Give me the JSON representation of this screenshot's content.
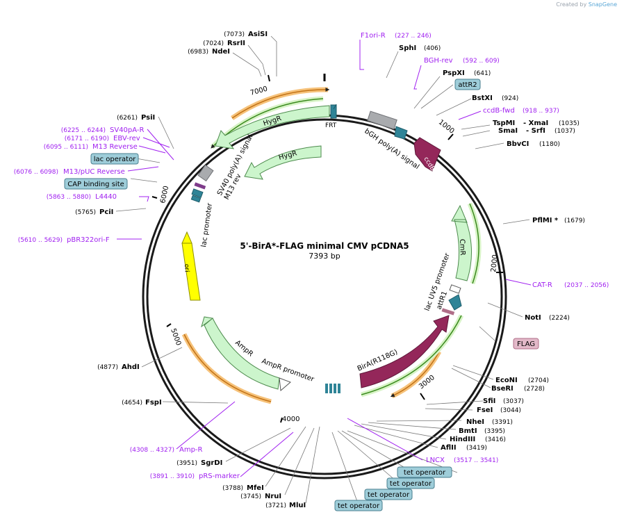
{
  "watermark": {
    "prefix": "Created by",
    "brand": "SnapGene"
  },
  "title": "5'-BirA*-FLAG minimal CMV pCDNA5",
  "length_label": "7393 bp",
  "colors": {
    "enzyme_text": "#000000",
    "primer": "#a020f0",
    "feature_box": "#9ecdd9",
    "feature_box_border": "#4a7f8f",
    "flag_box": "#e2b8c8",
    "flag_border": "#b06e88",
    "green_feature": "#ccf5cc",
    "marker_green": "#33aa33",
    "ccdb": "#94275a",
    "ori": "#ffff00",
    "grey": "#a9abae",
    "teal": "#2f8497",
    "orange": "#f4a540"
  },
  "ticks": [
    "1000",
    "2000",
    "3000",
    "4000",
    "5000",
    "6000",
    "7000"
  ],
  "enzymes": {
    "asisi": {
      "name": "AsiSI",
      "pos": "(7073)"
    },
    "rsrii": {
      "name": "RsrII",
      "pos": "(7024)"
    },
    "ndei": {
      "name": "NdeI",
      "pos": "(6983)"
    },
    "sphi": {
      "name": "SphI",
      "pos": "(406)"
    },
    "pspxi": {
      "name": "PspXI",
      "pos": "(641)"
    },
    "bstxi": {
      "name": "BstXI",
      "pos": "(924)"
    },
    "tspmi": {
      "name": "TspMI",
      "pos": "(1035)"
    },
    "xmai": {
      "name": "- XmaI",
      "pos": ""
    },
    "smai": {
      "name": "SmaI",
      "pos": "(1037)"
    },
    "srfi": {
      "name": "- SrfI",
      "pos": ""
    },
    "bbvci": {
      "name": "BbvCI",
      "pos": "(1180)"
    },
    "pflmi": {
      "name": "PflMI *",
      "pos": "(1679)"
    },
    "noti": {
      "name": "NotI",
      "pos": "(2224)"
    },
    "econi": {
      "name": "EcoNI",
      "pos": "(2704)"
    },
    "bseri": {
      "name": "BseRI",
      "pos": "(2728)"
    },
    "sfii": {
      "name": "SfiI",
      "pos": "(3037)"
    },
    "fsei": {
      "name": "FseI",
      "pos": "(3044)"
    },
    "nhei": {
      "name": "NheI",
      "pos": "(3391)"
    },
    "bmti": {
      "name": "BmtI",
      "pos": "(3395)"
    },
    "hindiii": {
      "name": "HindIII",
      "pos": "(3416)"
    },
    "aflii": {
      "name": "AflII",
      "pos": "(3419)"
    },
    "mlui": {
      "name": "MluI",
      "pos": "(3721)"
    },
    "nrui": {
      "name": "NruI",
      "pos": "(3745)"
    },
    "mfei": {
      "name": "MfeI",
      "pos": "(3788)"
    },
    "sgrdi": {
      "name": "SgrDI",
      "pos": "(3951)"
    },
    "fspi": {
      "name": "FspI",
      "pos": "(4654)"
    },
    "ahdi": {
      "name": "AhdI",
      "pos": "(4877)"
    },
    "pcii": {
      "name": "PciI",
      "pos": "(5765)"
    },
    "psii": {
      "name": "PsiI",
      "pos": "(6261)"
    }
  },
  "primers": {
    "f1ori": {
      "name": "F1ori-R",
      "pos": "(227 .. 246)"
    },
    "bgh": {
      "name": "BGH-rev",
      "pos": "(592 .. 609)"
    },
    "ccdb": {
      "name": "ccdB-fwd",
      "pos": "(918 .. 937)"
    },
    "cat": {
      "name": "CAT-R",
      "pos": "(2037 .. 2056)"
    },
    "lncx": {
      "name": "LNCX",
      "pos": "(3517 .. 3541)"
    },
    "prs": {
      "name": "pRS-marker",
      "pos": "(3891 .. 3910)"
    },
    "ampr": {
      "name": "Amp-R",
      "pos": "(4308 .. 4327)"
    },
    "pbr": {
      "name": "pBR322ori-F",
      "pos": "(5610 .. 5629)"
    },
    "l4440": {
      "name": "L4440",
      "pos": "(5863 .. 5880)"
    },
    "m13puc": {
      "name": "M13/pUC Reverse",
      "pos": "(6076 .. 6098)"
    },
    "m13rev": {
      "name": "M13 Reverse",
      "pos": "(6095 .. 6111)"
    },
    "ebv": {
      "name": "EBV-rev",
      "pos": "(6171 .. 6190)"
    },
    "sv40pa": {
      "name": "SV40pA-R",
      "pos": "(6225 .. 6244)"
    }
  },
  "boxes": {
    "attr2": "attR2",
    "flag": "FLAG",
    "lacop": "lac operator",
    "cap": "CAP binding site",
    "tet1": "tet operator",
    "tet2": "tet operator",
    "tet3": "tet operator",
    "tet4": "tet operator"
  },
  "features": {
    "frt": "FRT",
    "hygr_outer": "HygR",
    "hygr_inner": "HygR",
    "sv40": "SV40 poly(A) signal",
    "m13rev": "M13 rev",
    "lacprom_left": "lac promoter",
    "ori": "ori",
    "ampr": "AmpR",
    "ampr_prom": "AmpR promoter",
    "bgh": "bGH poly(A) signal",
    "ccdb": "ccdB",
    "cmr": "CmR",
    "lacuv5": "lac UV5 promoter",
    "attr1": "attR1",
    "bira": "BirA(R118G)"
  }
}
